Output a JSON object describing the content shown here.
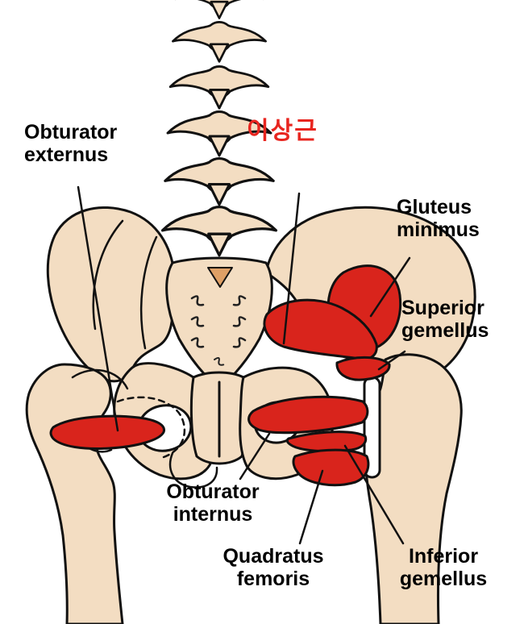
{
  "diagram": {
    "colors": {
      "background": "#ffffff",
      "bone": "#f3ddc2",
      "muscle": "#d9241c",
      "outline": "#111111",
      "label_black": "#000000",
      "label_red": "#e8251f",
      "sacral_patch": "#dfa066"
    },
    "labels": {
      "obturator_externus": {
        "text": "Obturator\nexternus",
        "color": "#000000"
      },
      "piriformis_ko": {
        "text": "이상근",
        "color": "#e8251f"
      },
      "gluteus_minimus": {
        "text": "Gluteus\nminimus",
        "color": "#000000"
      },
      "superior_gemellus": {
        "text": "Superior\ngemellus",
        "color": "#000000"
      },
      "obturator_internus": {
        "text": "Obturator\ninternus",
        "color": "#000000"
      },
      "quadratus_femoris": {
        "text": "Quadratus\nfemoris",
        "color": "#000000"
      },
      "inferior_gemellus": {
        "text": "Inferior\ngemellus",
        "color": "#000000"
      }
    }
  }
}
